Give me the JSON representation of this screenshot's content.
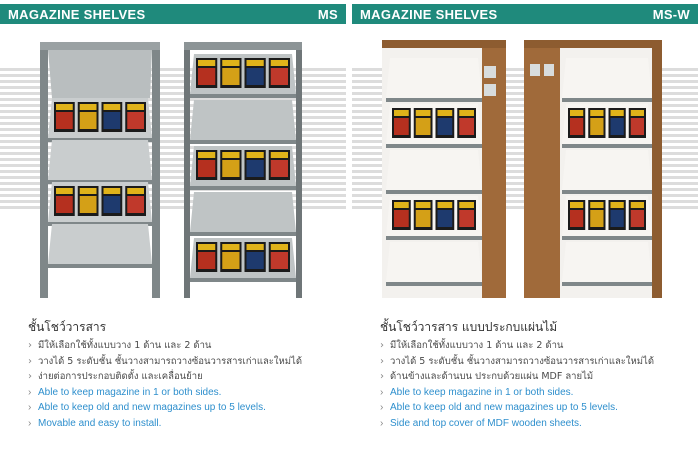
{
  "left": {
    "header_title": "MAGAZINE SHELVES",
    "model": "MS",
    "heading": "ชั้นโชว์วารสาร",
    "thai_points": [
      "มีให้เลือกใช้ทั้งแบบวาง 1 ด้าน และ 2 ด้าน",
      "วางได้ 5 ระดับชั้น ชั้นวางสามารถวางซ้อนวารสารเก่าและใหม่ได้",
      "ง่ายต่อการประกอบติดตั้ง และเคลื่อนย้าย"
    ],
    "english_points": [
      "Able to keep magazine in 1 or both sides.",
      "Able to keep old and new magazines up to 5 levels.",
      "Movable and easy to install."
    ]
  },
  "right": {
    "header_title": "MAGAZINE SHELVES",
    "model": "MS-W",
    "heading": "ชั้นโชว์วารสาร แบบประกบแผ่นไม้",
    "thai_points": [
      "มีให้เลือกใช้ทั้งแบบวาง 1 ด้าน และ 2 ด้าน",
      "วางได้ 5 ระดับชั้น ชั้นวางสามารถวางซ้อนวารสารเก่าและใหม่ได้",
      "ด้านข้างและด้านบน ประกบด้วยแผ่น MDF ลายไม้"
    ],
    "english_points": [
      "Able to keep magazine in 1 or both sides.",
      "Able to keep old and new magazines up to 5 levels.",
      "Side and top cover of MDF wooden sheets."
    ]
  },
  "icons": {
    "bullet": "chevron-right-icon"
  },
  "colors": {
    "header_bg": "#1f8a7c",
    "header_text": "#ffffff",
    "english_text": "#2e8fcd",
    "thai_text": "#4a4a4a",
    "steel_frame": "#8c9496",
    "shelf_grey": "#c9cdce",
    "wood": "#a06a3a",
    "shelf_white": "#f3f1ee",
    "magazine_red": "#c0392b"
  }
}
